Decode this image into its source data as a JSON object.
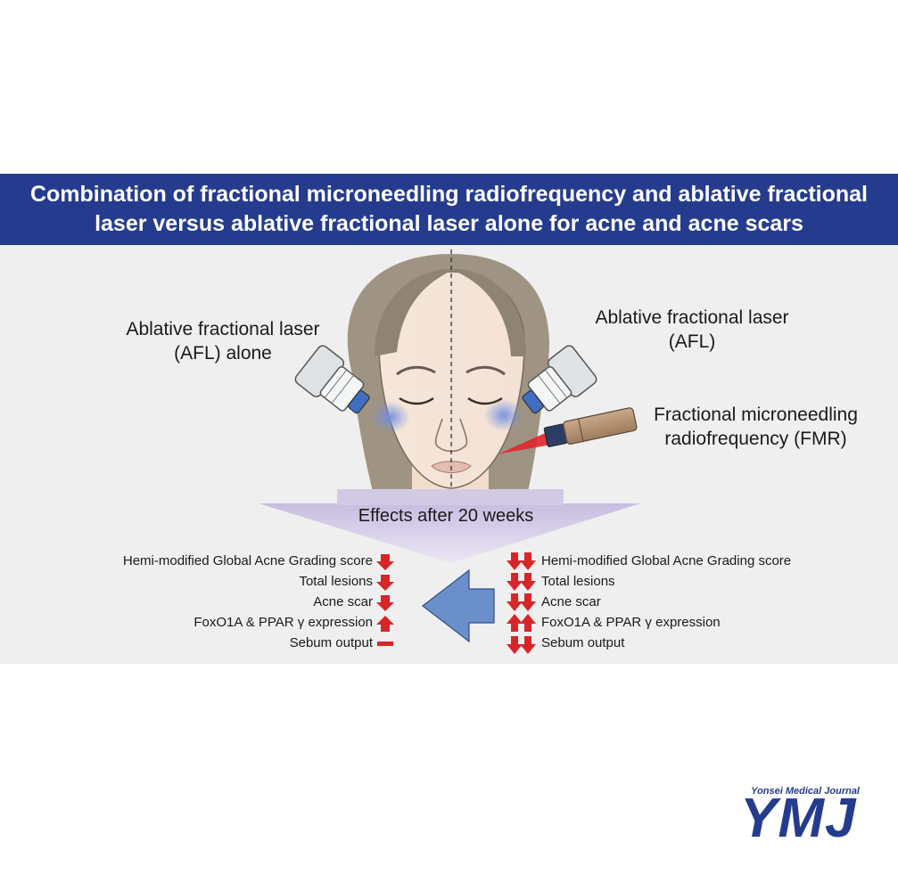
{
  "title": {
    "line1": "Combination of fractional microneedling radiofrequency and ablative fractional",
    "line2": "laser versus ablative fractional laser alone for acne and acne scars"
  },
  "labels": {
    "left_device_line1": "Ablative fractional laser",
    "left_device_line2": "(AFL) alone",
    "right_device_line1": "Ablative fractional laser",
    "right_device_line2": "(AFL)",
    "fmr_line1": "Fractional microneedling",
    "fmr_line2": "radiofrequency (FMR)"
  },
  "effects_title": "Effects after 20 weeks",
  "outcomes": [
    {
      "label": "Hemi-modified Global Acne Grading score",
      "afl_alone": "decrease",
      "combination": "large decrease"
    },
    {
      "label": "Total lesions",
      "afl_alone": "decrease",
      "combination": "large decrease"
    },
    {
      "label": "Acne scar",
      "afl_alone": "decrease",
      "combination": "large decrease"
    },
    {
      "label": "FoxO1A & PPAR γ expression",
      "afl_alone": "increase",
      "combination": "large increase"
    },
    {
      "label": "Sebum output",
      "afl_alone": "no change",
      "combination": "large decrease"
    }
  ],
  "colors": {
    "banner": "#253c8e",
    "arrow_red": "#d7262a",
    "comparison_arrow": "#6a8fcb",
    "triangle": "#cdc3e3"
  },
  "logo": {
    "subtitle": "Yonsei Medical Journal",
    "abbr": "YMJ"
  }
}
